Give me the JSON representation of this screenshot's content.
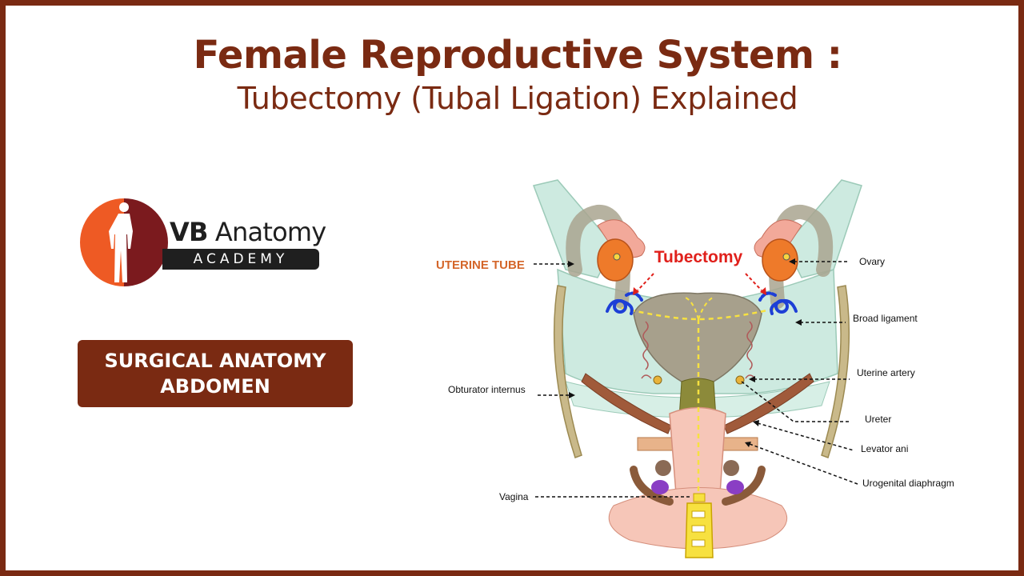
{
  "header": {
    "title": "Female Reproductive System :",
    "subtitle": "Tubectomy (Tubal Ligation) Explained"
  },
  "logo": {
    "name_bold": "VB",
    "name_rest": " Anatomy",
    "subtitle": "ACADEMY"
  },
  "badge": {
    "line1": "SURGICAL ANATOMY",
    "line2": "ABDOMEN"
  },
  "diagram": {
    "procedure_label": "Tubectomy",
    "labels": {
      "uterine_tube": "UTERINE TUBE",
      "obturator_internus": "Obturator internus",
      "vagina": "Vagina",
      "ovary": "Ovary",
      "broad_ligament": "Broad ligament",
      "uterine_artery": "Uterine artery",
      "ureter": "Ureter",
      "levator_ani": "Levator ani",
      "urogenital_diaphragm": "Urogenital diaphragm"
    }
  },
  "colors": {
    "brand": "#7a2a12",
    "highlight_red": "#e0201b",
    "tube_label": "#d4662a",
    "tissue_green": "#cdeae0"
  }
}
